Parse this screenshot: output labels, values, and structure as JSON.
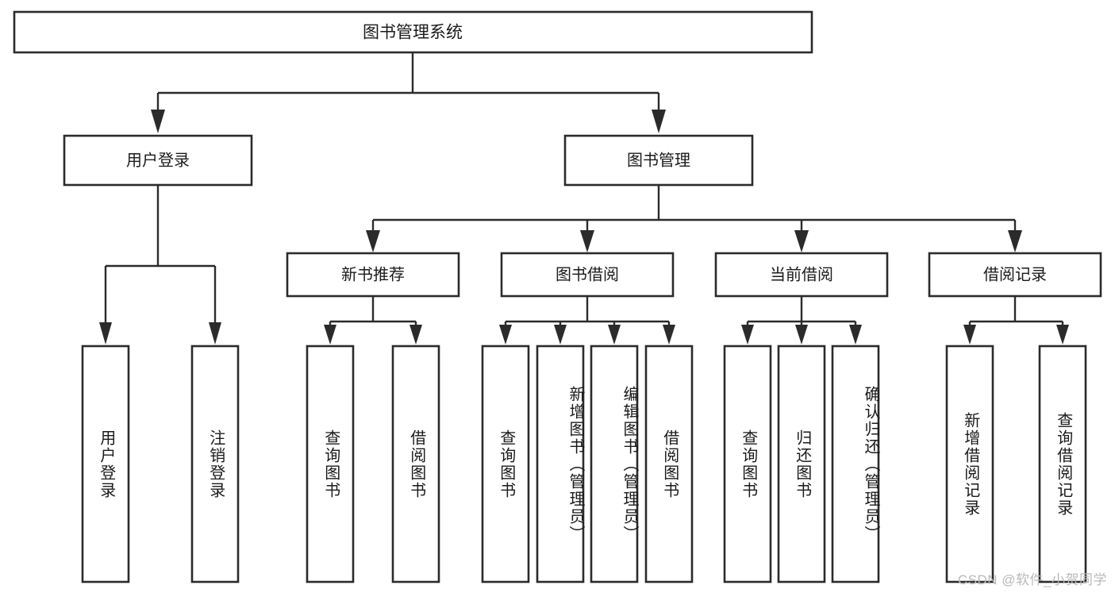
{
  "diagram": {
    "title": "图书管理系统",
    "type": "tree-hierarchy-chart",
    "colors": {
      "box_stroke": "#2b2b2b",
      "box_fill": "#ffffff",
      "connector": "#2b2b2b",
      "text": "#1a1a1a",
      "background": "#ffffff",
      "watermark": "#b9b9b9"
    }
  },
  "root": {
    "label": "图书管理系统"
  },
  "level1": [
    {
      "label": "用户登录"
    },
    {
      "label": "图书管理"
    }
  ],
  "level2": [
    {
      "label": "新书推荐"
    },
    {
      "label": "图书借阅"
    },
    {
      "label": "当前借阅"
    },
    {
      "label": "借阅记录"
    }
  ],
  "leaves": {
    "user_login": [
      {
        "label": "用户登录"
      },
      {
        "label": "注销登录"
      }
    ],
    "new_book_recommend": [
      {
        "label": "查询图书"
      },
      {
        "label": "借阅图书"
      }
    ],
    "book_borrow": [
      {
        "label": "查询图书"
      },
      {
        "label": "新增图书（管理员）"
      },
      {
        "label": "编辑图书（管理员）"
      },
      {
        "label": "借阅图书"
      }
    ],
    "current_borrow": [
      {
        "label": "查询图书"
      },
      {
        "label": "归还图书"
      },
      {
        "label": "确认归还（管理员）"
      }
    ],
    "borrow_records": [
      {
        "label": "新增借阅记录"
      },
      {
        "label": "查询借阅记录"
      }
    ]
  },
  "watermark": {
    "text": "CSDN @软件_小贺同学"
  }
}
